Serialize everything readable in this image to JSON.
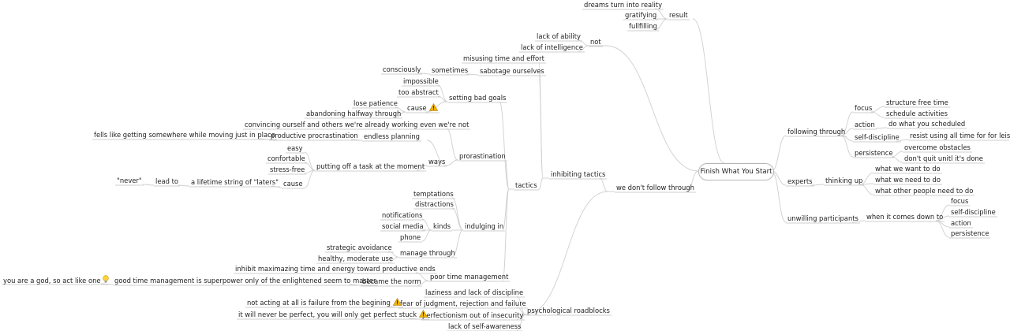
{
  "root": "Finish What You Start",
  "link_color": "#cfcfcf",
  "icons": {
    "cause": "warning-icon",
    "you_are_a_god": "lightbulb-icon",
    "warning_color": "#f0b400",
    "bulb_color": "#ffd23c"
  },
  "nodes": {
    "result": "result",
    "dreams": "dreams turn into reality",
    "gratifying": "gratifying",
    "fullfilling": "fullfilling",
    "following_through": "following through",
    "focus": "focus",
    "structure_free_time": "structure free time",
    "schedule_activities": "schedule activities",
    "action": "action",
    "do_what_scheduled": "do what you scheduled",
    "self_discipline": "self-discipline",
    "resist_using": "resist using all time for for leisure",
    "persistence": "persistence",
    "overcome_obstacles": "overcome obstacles",
    "dont_quit": "don't quit unitl it's done",
    "experts": "experts",
    "thinking_up": "thinking up",
    "what_we_want": "what we want to do",
    "what_we_need": "what we need to do",
    "what_other_people": "what other people need to do",
    "unwilling_participants": "unwilling participants",
    "when_it_comes_down": "when it comes down to",
    "u_focus": "focus",
    "u_self_discipline": "self-discipline",
    "u_action": "action",
    "u_persistence": "persistence",
    "not": "not",
    "lack_of_ability": "lack of ability",
    "lack_of_intelligence": "lack of intelligence",
    "we_dont_follow": "we don't follow through",
    "inhibiting_tactics": "inhibiting tactics",
    "misusing_time": "misusing time and effort",
    "sabotage": "sabotage ourselves",
    "sometimes": "sometimes",
    "consciously": "consciously",
    "tactics": "tactics",
    "setting_bad_goals": "setting bad goals",
    "impossible": "impossible",
    "too_abstract": "too abstract",
    "cause": "cause",
    "lose_patience": "lose patience",
    "abandoning": "abandoning halfway through",
    "prorastination": "prorastination",
    "convincing": "convincing ourself and others we're already working even we're not",
    "endless_planning": "endless planning",
    "productive_procrastination": "productive procrastination",
    "fells_like": "fells like getting somewhere while moving just in place",
    "ways": "ways",
    "putting_off": "putting off a task at the moment",
    "easy": "easy",
    "confortable": "confortable",
    "stress_free": "stress-free",
    "cause2": "cause",
    "lifetime_string": "a lifetime string of \"laters\"",
    "lead_to": "lead to",
    "never": "\"never\"",
    "indulging_in": "indulging in",
    "temptations": "temptations",
    "distractions": "distractions",
    "kinds": "kinds",
    "notifications": "notifications",
    "social_media": "social media",
    "phone": "phone",
    "manage_through": "manage through",
    "strategic_avoidance": "strategic avoidance",
    "healthy_use": "healthy, moderate use",
    "poor_time_mgmt": "poor time management",
    "inhibit_maximazing": "inhibit maximazing time and energy toward productive ends",
    "became_the_norm": "became the norm",
    "good_time_mgmt": "good time management is superpower only of the enlightened seem to master",
    "you_are_a_god": "you are a god, so act like one",
    "psych_roadblocks": "psychological roadblocks",
    "laziness": "laziness and lack of discipline",
    "fear_of_judgment": "fear of judgment, rejection and failure",
    "not_acting": "not acting at all is failure from the begining",
    "perfectionism": "perfectionism out of insecurity",
    "never_perfect": "it will never be perfect, you will only get perfect stuck",
    "lack_self_awareness": "lack of self-awareness"
  }
}
